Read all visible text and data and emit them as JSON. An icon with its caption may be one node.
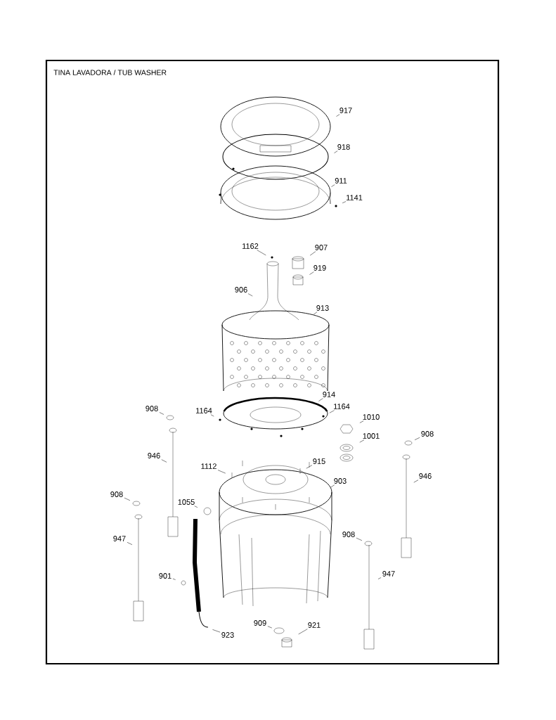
{
  "diagram": {
    "title": "TINA LAVADORA / TUB WASHER",
    "nodes": [
      {
        "text": [
          "917"
        ]
      },
      {
        "text": [
          "918"
        ]
      },
      {
        "text": [
          "911"
        ]
      },
      {
        "text": [
          "1141"
        ]
      },
      {
        "text": [
          "1162"
        ]
      },
      {
        "text": [
          "907"
        ]
      },
      {
        "text": [
          "919"
        ]
      },
      {
        "text": [
          "906"
        ]
      },
      {
        "text": [
          "913"
        ]
      },
      {
        "text": [
          "914"
        ]
      },
      {
        "text": [
          "908"
        ]
      },
      {
        "text": [
          "1164"
        ]
      },
      {
        "text": [
          "1164"
        ]
      },
      {
        "text": [
          "1010"
        ]
      },
      {
        "text": [
          "1001"
        ]
      },
      {
        "text": [
          "908"
        ]
      },
      {
        "text": [
          "946"
        ]
      },
      {
        "text": [
          "1112"
        ]
      },
      {
        "text": [
          "915"
        ]
      },
      {
        "text": [
          "903"
        ]
      },
      {
        "text": [
          "946"
        ]
      },
      {
        "text": [
          "908"
        ]
      },
      {
        "text": [
          "1055"
        ]
      },
      {
        "text": [
          "947"
        ]
      },
      {
        "text": [
          "908"
        ]
      },
      {
        "text": [
          "901"
        ]
      },
      {
        "text": [
          "947"
        ]
      },
      {
        "text": [
          "909"
        ]
      },
      {
        "text": [
          "921"
        ]
      },
      {
        "text": [
          "923"
        ]
      }
    ],
    "edges": [
      {
        "from": 0,
        "to": null,
        "arrow": "none"
      },
      {
        "from": 1,
        "to": null,
        "arrow": "none"
      },
      {
        "from": 2,
        "to": null,
        "arrow": "none"
      },
      {
        "from": 3,
        "to": null,
        "arrow": "none"
      },
      {
        "from": 4,
        "to": null,
        "arrow": "none"
      },
      {
        "from": 5,
        "to": null,
        "arrow": "none"
      },
      {
        "from": 6,
        "to": null,
        "arrow": "none"
      },
      {
        "from": 7,
        "to": null,
        "arrow": "none"
      },
      {
        "from": 8,
        "to": null,
        "arrow": "none"
      },
      {
        "from": 9,
        "to": null,
        "arrow": "none"
      },
      {
        "from": 10,
        "to": null,
        "arrow": "none"
      },
      {
        "from": 11,
        "to": null,
        "arrow": "none"
      },
      {
        "from": 12,
        "to": null,
        "arrow": "none"
      },
      {
        "from": 13,
        "to": null,
        "arrow": "none"
      },
      {
        "from": 14,
        "to": null,
        "arrow": "none"
      },
      {
        "from": 15,
        "to": null,
        "arrow": "none"
      },
      {
        "from": 16,
        "to": null,
        "arrow": "none"
      },
      {
        "from": 17,
        "to": null,
        "arrow": "none"
      },
      {
        "from": 18,
        "to": null,
        "arrow": "none"
      },
      {
        "from": 19,
        "to": null,
        "arrow": "none"
      },
      {
        "from": 20,
        "to": null,
        "arrow": "none"
      },
      {
        "from": 21,
        "to": null,
        "arrow": "none"
      },
      {
        "from": 22,
        "to": null,
        "arrow": "none"
      },
      {
        "from": 23,
        "to": null,
        "arrow": "none"
      },
      {
        "from": 24,
        "to": null,
        "arrow": "none"
      },
      {
        "from": 25,
        "to": null,
        "arrow": "none"
      },
      {
        "from": 26,
        "to": null,
        "arrow": "none"
      },
      {
        "from": 27,
        "to": null,
        "arrow": "none"
      },
      {
        "from": 28,
        "to": null,
        "arrow": "none"
      },
      {
        "from": 29,
        "to": null,
        "arrow": "none"
      }
    ]
  }
}
